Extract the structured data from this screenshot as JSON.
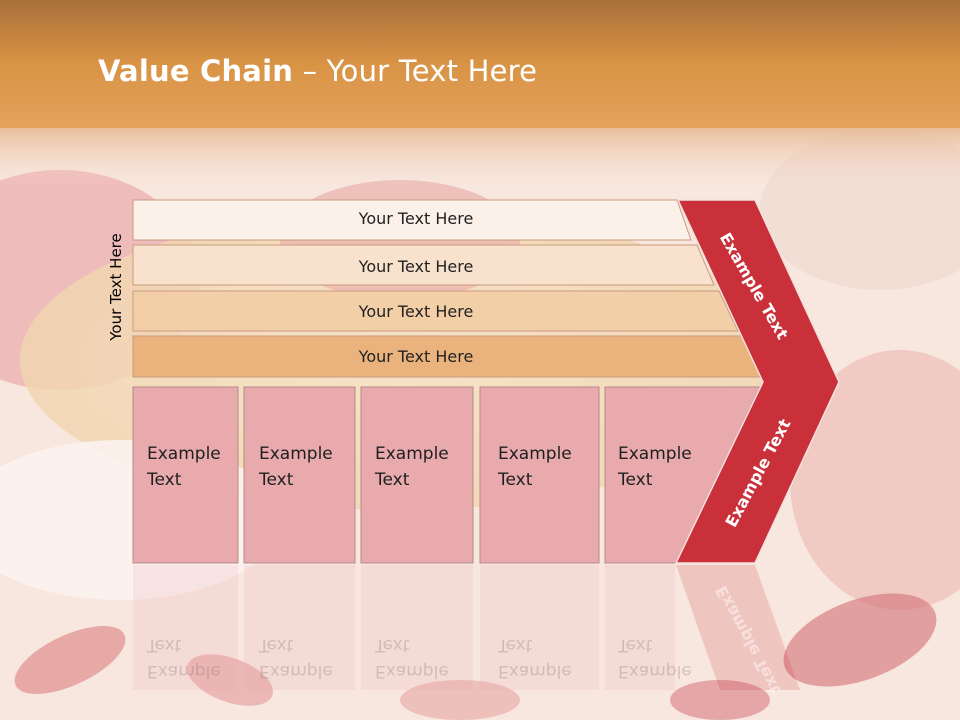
{
  "slide": {
    "title_bold": "Value Chain",
    "title_rest": " – Your Text Here",
    "side_label": "Your Text Here",
    "bars": [
      {
        "label": "Your Text Here"
      },
      {
        "label": "Your Text Here"
      },
      {
        "label": "Your Text Here"
      },
      {
        "label": "Your Text Here"
      }
    ],
    "boxes": [
      {
        "line1": "Example",
        "line2": "Text"
      },
      {
        "line1": "Example",
        "line2": "Text"
      },
      {
        "line1": "Example",
        "line2": "Text"
      },
      {
        "line1": "Example",
        "line2": "Text"
      },
      {
        "line1": "Example",
        "line2": "Text"
      }
    ],
    "chevron_top_text": "Example Text",
    "chevron_bottom_text": "Example Text"
  },
  "colors": {
    "header_orange": "#d9913f",
    "chevron_red": "#c9303a",
    "box_pink": "#e8a9ad",
    "bar_light": "#fbeee4",
    "bar_dark": "#eab47e"
  }
}
